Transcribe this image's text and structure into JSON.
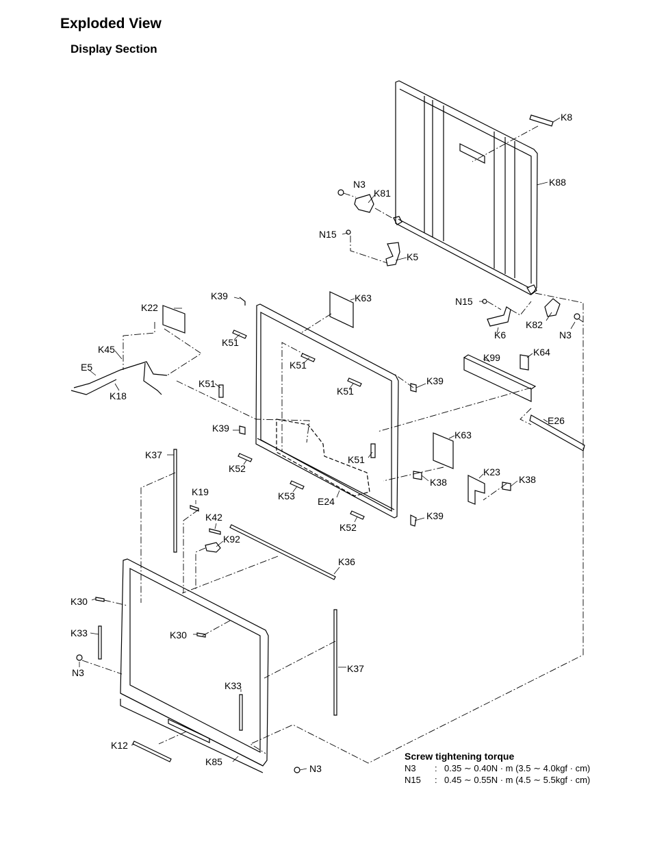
{
  "header": {
    "title": "Exploded View",
    "subtitle": "Display Section"
  },
  "parts": {
    "K8": "K8",
    "K88": "K88",
    "N3a": "N3",
    "K81": "K81",
    "N15a": "N15",
    "K5": "K5",
    "K39a": "K39",
    "K63a": "K63",
    "N15b": "N15",
    "K22": "K22",
    "K82": "K82",
    "K6": "K6",
    "N3b": "N3",
    "K51a": "K51",
    "K45": "K45",
    "K51b": "K51",
    "K99": "K99",
    "K64": "K64",
    "E5": "E5",
    "K18": "K18",
    "K51c": "K51",
    "K51d": "K51",
    "K39b": "K39",
    "E26": "E26",
    "K39c": "K39",
    "K63b": "K63",
    "K37a": "K37",
    "K51e": "K51",
    "K52a": "K52",
    "K23": "K23",
    "K38a": "K38",
    "K38b": "K38",
    "K19": "K19",
    "K53": "K53",
    "E24": "E24",
    "K42": "K42",
    "K39d": "K39",
    "K52b": "K52",
    "K92": "K92",
    "K36": "K36",
    "K30a": "K30",
    "K33a": "K33",
    "K30b": "K30",
    "N3c": "N3",
    "K37b": "K37",
    "K33b": "K33",
    "K12": "K12",
    "K85": "K85",
    "N3d": "N3"
  },
  "torque": {
    "heading": "Screw tightening torque",
    "rows": [
      {
        "key": "N3",
        "sep": ":",
        "value": "0.35 ∼ 0.40N · m (3.5 ∼ 4.0kgf · cm)"
      },
      {
        "key": "N15",
        "sep": ":",
        "value": "0.45 ∼ 0.55N · m (4.5 ∼ 5.5kgf · cm)"
      }
    ]
  }
}
